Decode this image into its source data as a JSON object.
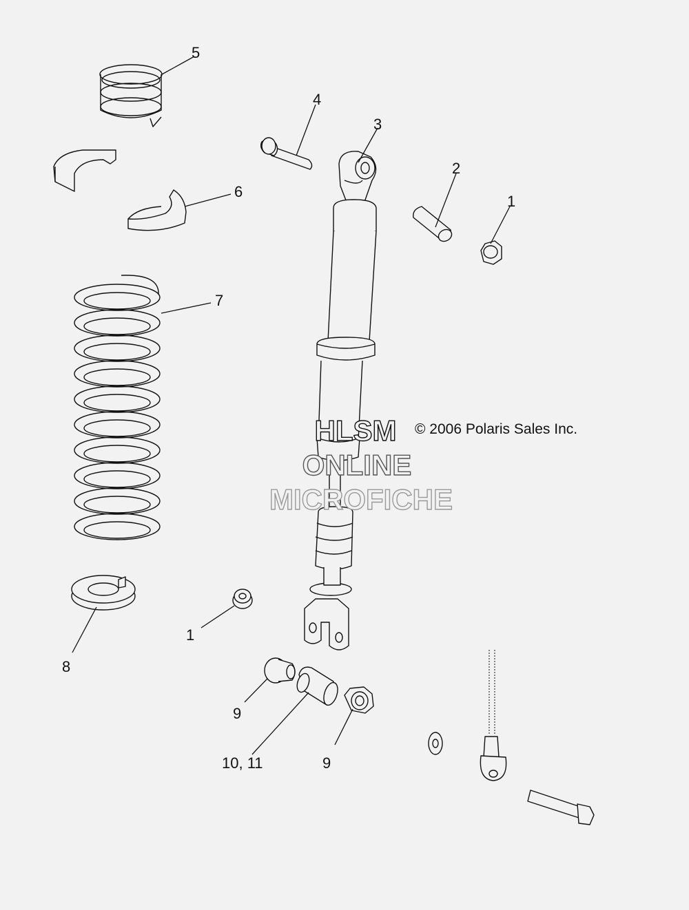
{
  "callouts": {
    "c1a": "1",
    "c2": "2",
    "c3": "3",
    "c4": "4",
    "c5": "5",
    "c6": "6",
    "c7": "7",
    "c8": "8",
    "c1b": "1",
    "c9a": "9",
    "c10_11": "10, 11",
    "c9b": "9"
  },
  "watermark": {
    "line1": "HLSM",
    "line2": "ONLINE",
    "line3": "MICROFICHE",
    "copyright": "© 2006 Polaris Sales Inc."
  }
}
